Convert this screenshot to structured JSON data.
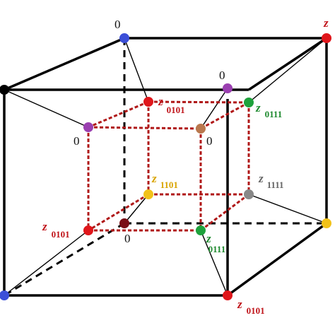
{
  "diagram": {
    "colors": {
      "black": "#000000",
      "blue": "#3b4fd8",
      "red": "#e0161b",
      "purple": "#9a3fb0",
      "brown": "#b9784e",
      "green": "#1ea23c",
      "yellow": "#f2c21a",
      "gray": "#888888",
      "darkred": "#7a0f17",
      "label_red": "#c0141a",
      "label_green": "#1f8a2f",
      "label_yellow": "#d9a400",
      "label_gray": "#666666"
    },
    "labels": {
      "zero_top": "0",
      "zero_inner_top": "0",
      "zero_left": "0",
      "zero_center": "0",
      "zero_bottom": "0",
      "z_top_right": {
        "z": "z",
        "sub": ""
      },
      "z_0101_inner": {
        "z": "z",
        "sub": "0101"
      },
      "z_0111_inner": {
        "z": "z",
        "sub": "0111"
      },
      "z_1101": {
        "z": "z",
        "sub": "1101"
      },
      "z_1111": {
        "z": "z",
        "sub": "1111"
      },
      "z_0101_left": {
        "z": "z",
        "sub": "0101"
      },
      "z_0111_bottom": {
        "z": "z",
        "sub": "0111"
      },
      "z_0101_outer": {
        "z": "z",
        "sub": "0101"
      }
    }
  }
}
